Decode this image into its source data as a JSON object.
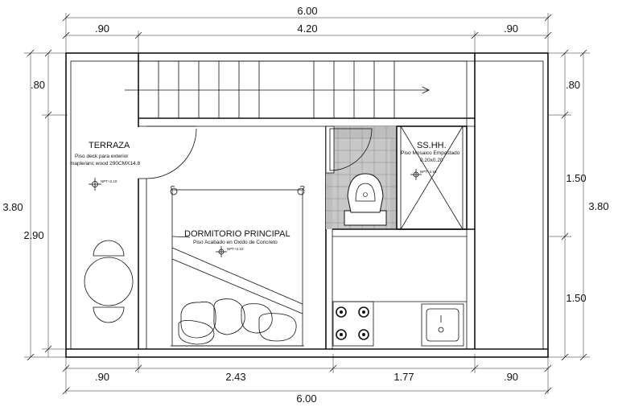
{
  "dimensions": {
    "top_total": "6.00",
    "top_left": ".90",
    "top_middle": "4.20",
    "top_right": ".90",
    "left_outer": "3.80",
    "left_top": ".80",
    "left_inner": "2.90",
    "right_outer": "3.80",
    "right_top": ".80",
    "right_mid": "1.50",
    "right_bottom": "1.50",
    "bottom_1": ".90",
    "bottom_2": "2.43",
    "bottom_3": "1.77",
    "bottom_4": ".90",
    "bottom_total": "6.00"
  },
  "rooms": {
    "terraza": {
      "title": "TERRAZA",
      "line1": "Piso deck para exterior",
      "line2": "maple/anc wood 290CMX14.8",
      "level": "NPT+2.10"
    },
    "dormitorio": {
      "title": "DORMITORIO PRINCIPAL",
      "line1": "Piso Acabado en Oxido de Concreto",
      "level": "NPT+2.10"
    },
    "bano": {
      "title": "SS.HH.",
      "line1": "Piso Mosaico Empastado",
      "line2": "0.20x0.20",
      "level": "NPT+2.10"
    }
  }
}
